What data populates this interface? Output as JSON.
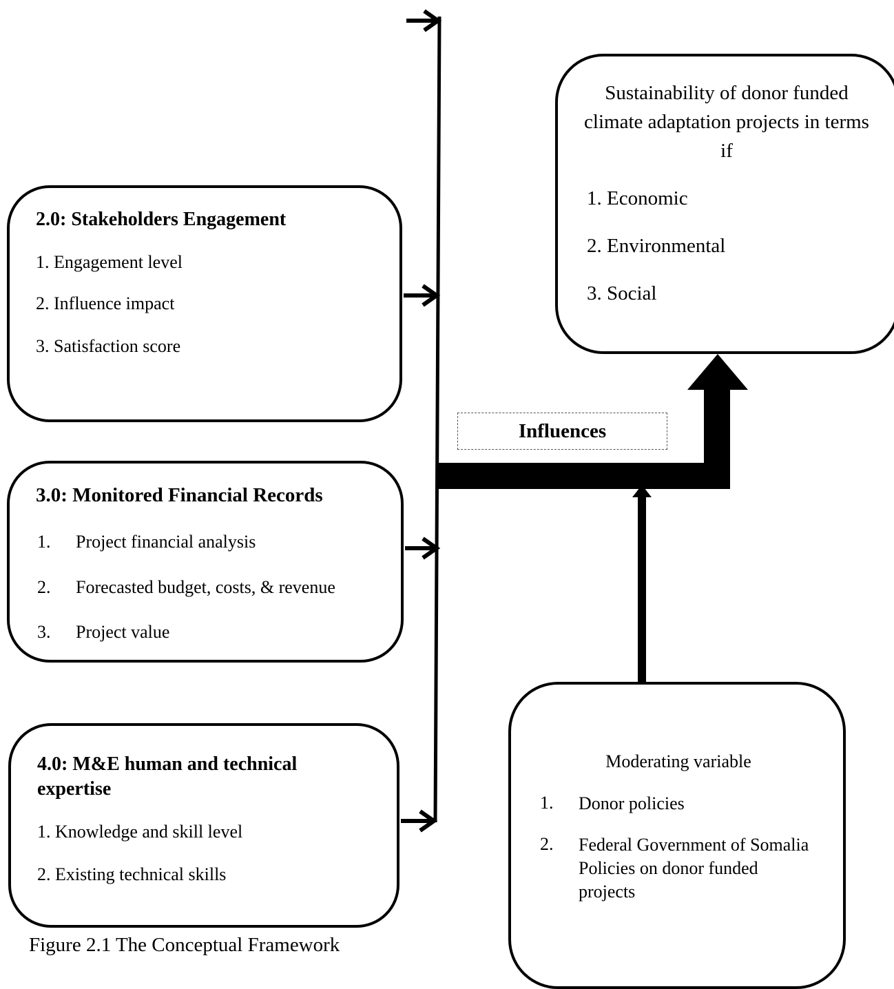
{
  "independent_variables": [
    {
      "heading": "2.0: Stakeholders Engagement",
      "items": [
        "1. Engagement level",
        "2. Influence impact",
        "3. Satisfaction score"
      ]
    },
    {
      "heading": "3.0: Monitored Financial Records",
      "items": [
        {
          "number": "1.",
          "text": "Project financial analysis"
        },
        {
          "number": "2.",
          "text": "Forecasted budget, costs, & revenue"
        },
        {
          "number": "3.",
          "text": "Project value"
        }
      ]
    },
    {
      "heading": "4.0: M&E human and technical expertise",
      "items": [
        "1. Knowledge and skill level",
        "2. Existing technical skills"
      ]
    }
  ],
  "dependent_variable": {
    "title": "Sustainability of donor funded climate adaptation projects in terms if",
    "items": [
      "1. Economic",
      "2. Environmental",
      "3. Social"
    ]
  },
  "moderating_variable": {
    "title": "Moderating variable",
    "items": [
      {
        "number": "1.",
        "text": "Donor policies"
      },
      {
        "number": "2.",
        "text": "Federal Government of Somalia Policies on donor funded projects"
      }
    ]
  },
  "connector_label": "Influences",
  "caption": "Figure 2.1 The Conceptual Framework"
}
